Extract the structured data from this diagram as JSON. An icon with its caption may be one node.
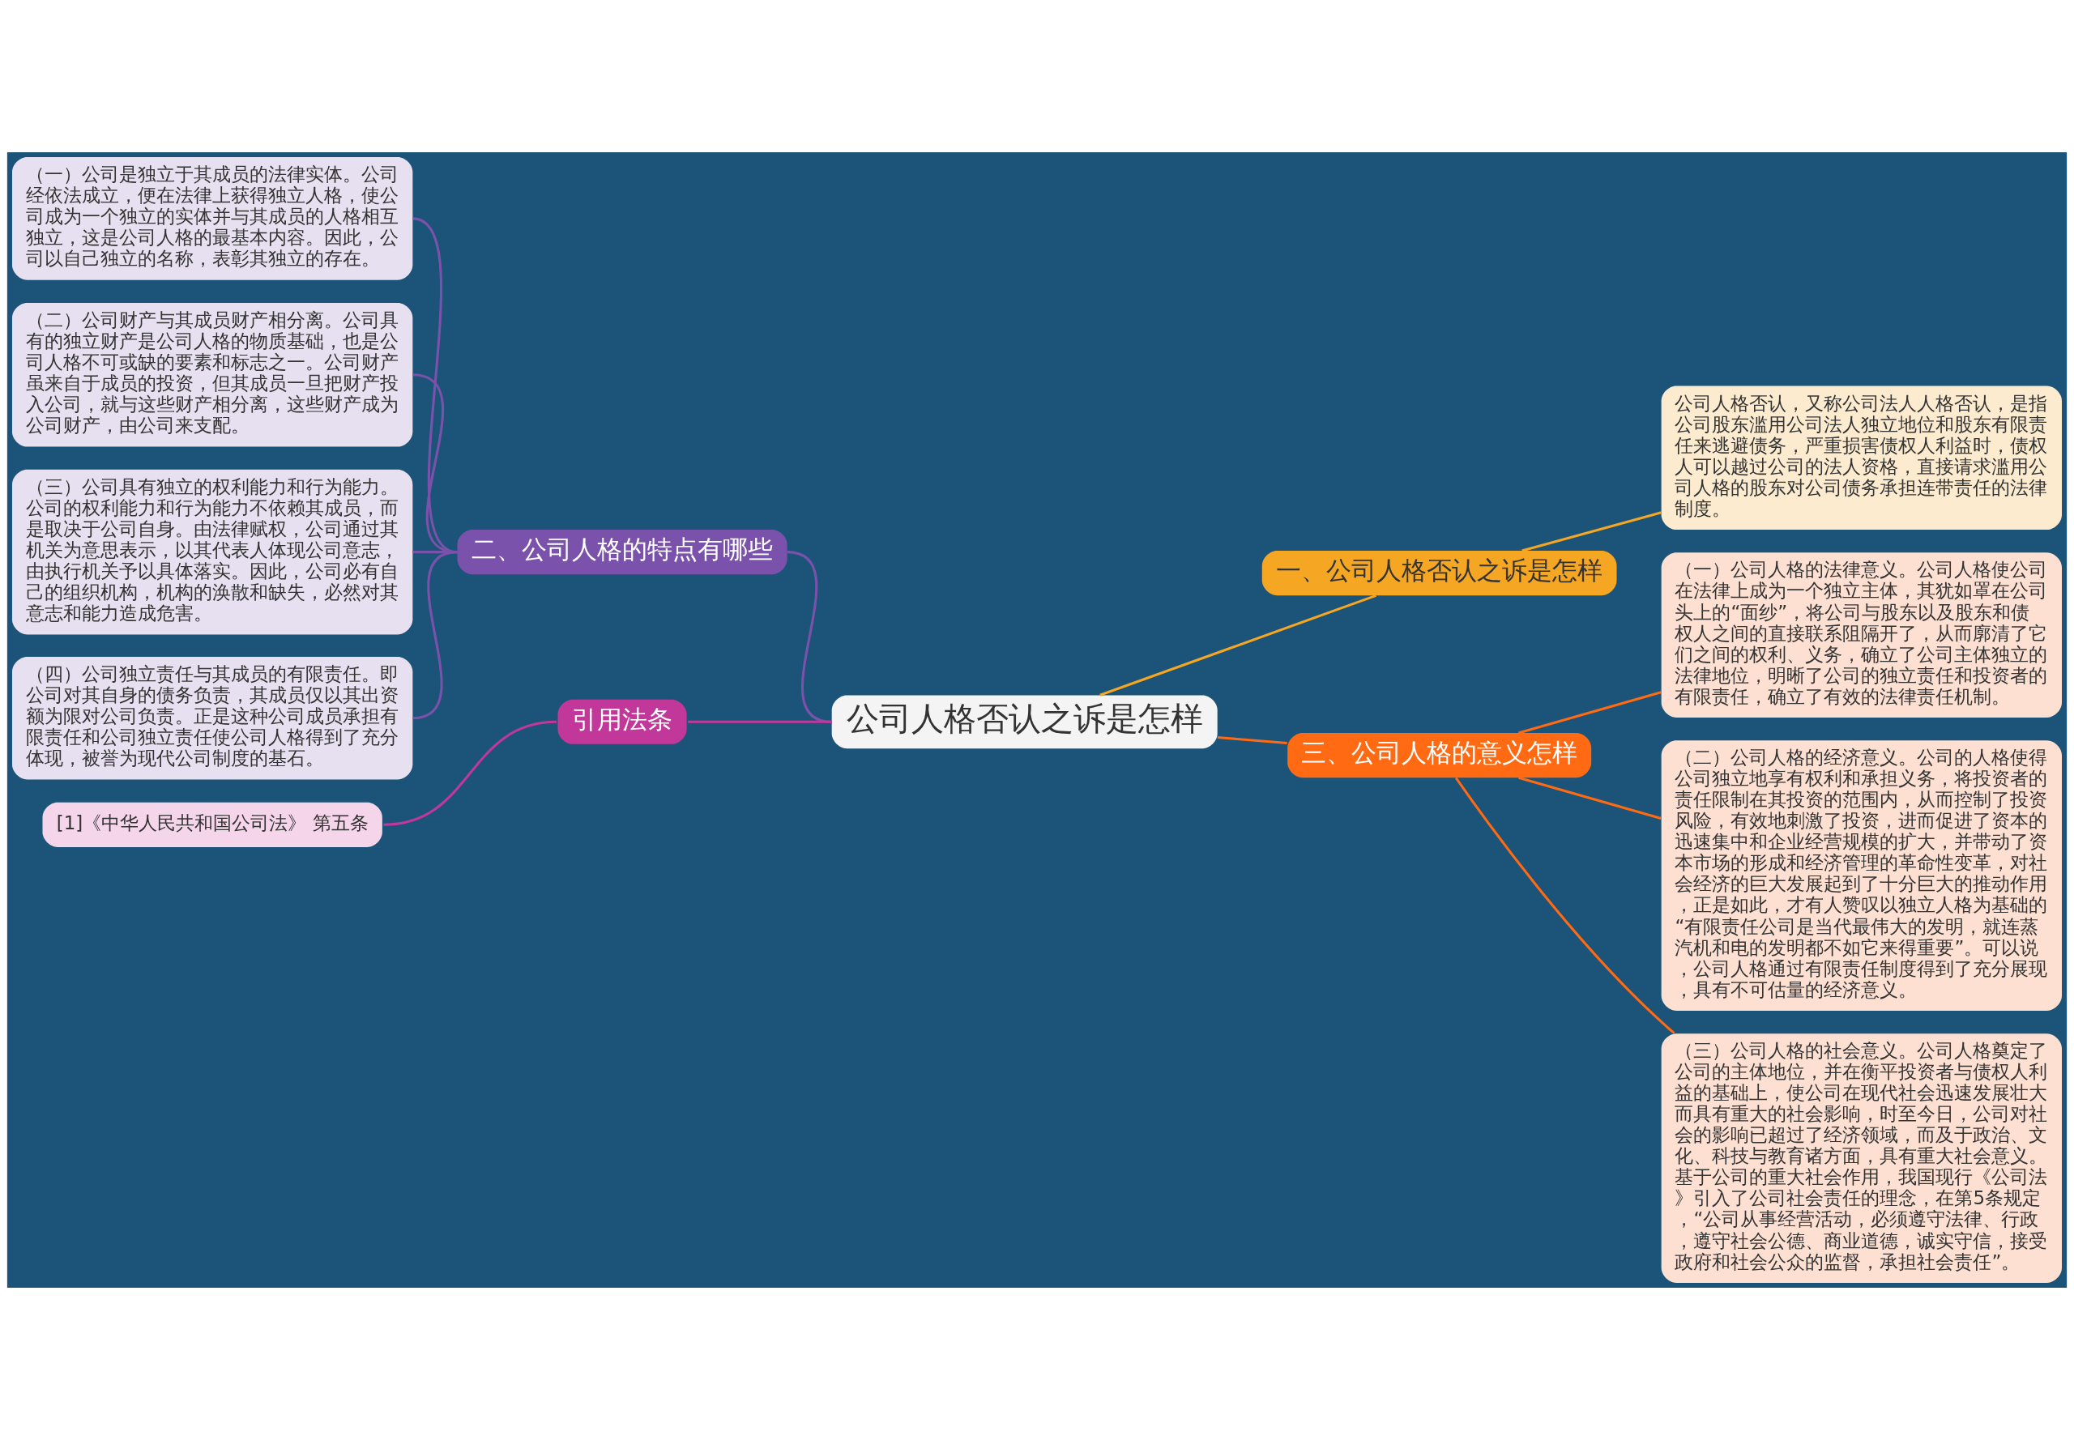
{
  "diagram": {
    "nodes": [
      {
        "text": [
          "公司人格否认之诉是怎样"
        ]
      },
      {
        "text": [
          "一、公司人格否认之诉是怎样"
        ]
      },
      {
        "text": [
          "公司人格否认，又称公司法人人格否认，是指公司股东滥用公司法人独立地位和股东有限责任来逃避债务，严重损害债权人利益时，债权人可以越过公司的法人资格，直接请求滥用公司人格的股东对公司债务承担连带责任的法律制度。"
        ]
      },
      {
        "text": [
          "三、公司人格的意义怎样"
        ]
      },
      {
        "text": [
          "（一）公司人格的法律意义。公司人格使公司在法律上成为一个独立主体，其犹如罩在公司头上的“面纱”，将公司与股东以及股东和债权人之间的直接联系阻隔开了，从而廓清了它们之间的权利、义务，确立了公司主体独立的法律地位，明晰了公司的独立责任和投资者的有限责任，确立了有效的法律责任机制。"
        ]
      },
      {
        "text": [
          "（二）公司人格的经济意义。公司的人格使得公司独立地享有权利和承担义务，将投资者的责任限制在其投资的范围内，从而控制了投资风险，有效地刺激了投资，进而促进了资本的迅速集中和企业经营规模的扩大，并带动了资本市场的形成和经济管理的革命性变革，对社会经济的巨大发展起到了十分巨大的推动作用，正是如此，才有人赞叹以独立人格为基础的“有限责任公司是当代最伟大的发明，就连蒸汽机和电的发明都不如它来得重要”。可以说，公司人格通过有限责任制度得到了充分展现，具有不可估量的经济意义。"
        ]
      },
      {
        "text": [
          "（三）公司人格的社会意义。公司人格奠定了公司的主体地位，并在衡平投资者与债权人利益的基础上，使公司在现代社会迅速发展壮大而具有重大的社会影响，时至今日，公司对社会的影响已超过了经济领域，而及于政治、文化、科技与教育诸方面，具有重大社会意义。基于公司的重大社会作用，我国现行《公司法》引入了公司社会责任的理念，在第5条规定，“公司从事经营活动，必须遵守法律、行政，遵守社会公德、商业道德，诚实守信，接受政府和社会公众的监督，承担社会责任”。"
        ]
      },
      {
        "text": [
          "二、公司人格的特点有哪些"
        ]
      },
      {
        "text": [
          "（一）公司是独立于其成员的法律实体。公司经依法成立，便在法律上获得独立人格，使公司成为一个独立的实体并与其成员的人格相互独立，这是公司人格的最基本内容。因此，公司以自己独立的名称，表彰其独立的存在。"
        ]
      },
      {
        "text": [
          "（二）公司财产与其成员财产相分离。公司具有的独立财产是公司人格的物质基础，也是公司人格不可或缺的要素和标志之一。公司财产虽来自于成员的投资，但其成员一旦把财产投入公司，就与这些财产相分离，这些财产成为公司财产，由公司来支配。"
        ]
      },
      {
        "text": [
          "（三）公司具有独立的权利能力和行为能力。公司的权利能力和行为能力不依赖其成员，而是取决于公司自身。由法律赋权，公司通过其机关为意思表示，以其代表人体现公司意志，由执行机关予以具体落实。因此，公司必有自己的组织机构，机构的涣散和缺失，必然对其意志和能力造成危害。"
        ]
      },
      {
        "text": [
          "（四）公司独立责任与其成员的有限责任。即公司对其自身的债务负责，其成员仅以其出资额为限对公司负责。正是这种公司成员承担有限责任和公司独立责任使公司人格得到了充分体现，被誉为现代公司制度的基石。"
        ]
      },
      {
        "text": [
          "引用法条"
        ]
      },
      {
        "text": [
          "[1]《中华人民共和国公司法》 第五条"
        ]
      }
    ],
    "edges": [
      {
        "from": 0,
        "to": 1,
        "arrow": "none",
        "color": "#f5a623"
      },
      {
        "from": 1,
        "to": 2,
        "arrow": "none",
        "color": "#f5a623"
      },
      {
        "from": 0,
        "to": 3,
        "arrow": "none",
        "color": "#ff6a13"
      },
      {
        "from": 3,
        "to": 4,
        "arrow": "none",
        "color": "#ff6a13"
      },
      {
        "from": 3,
        "to": 5,
        "arrow": "none",
        "color": "#ff6a13"
      },
      {
        "from": 3,
        "to": 6,
        "arrow": "none",
        "color": "#ff6a13"
      },
      {
        "from": 0,
        "to": 7,
        "arrow": "none",
        "color": "#7b52ab"
      },
      {
        "from": 7,
        "to": 8,
        "arrow": "none",
        "color": "#7b52ab"
      },
      {
        "from": 7,
        "to": 9,
        "arrow": "none",
        "color": "#7b52ab"
      },
      {
        "from": 7,
        "to": 10,
        "arrow": "none",
        "color": "#7b52ab"
      },
      {
        "from": 7,
        "to": 11,
        "arrow": "none",
        "color": "#7b52ab"
      },
      {
        "from": 0,
        "to": 12,
        "arrow": "none",
        "color": "#c2379a"
      },
      {
        "from": 12,
        "to": 13,
        "arrow": "none",
        "color": "#c2379a"
      }
    ]
  }
}
